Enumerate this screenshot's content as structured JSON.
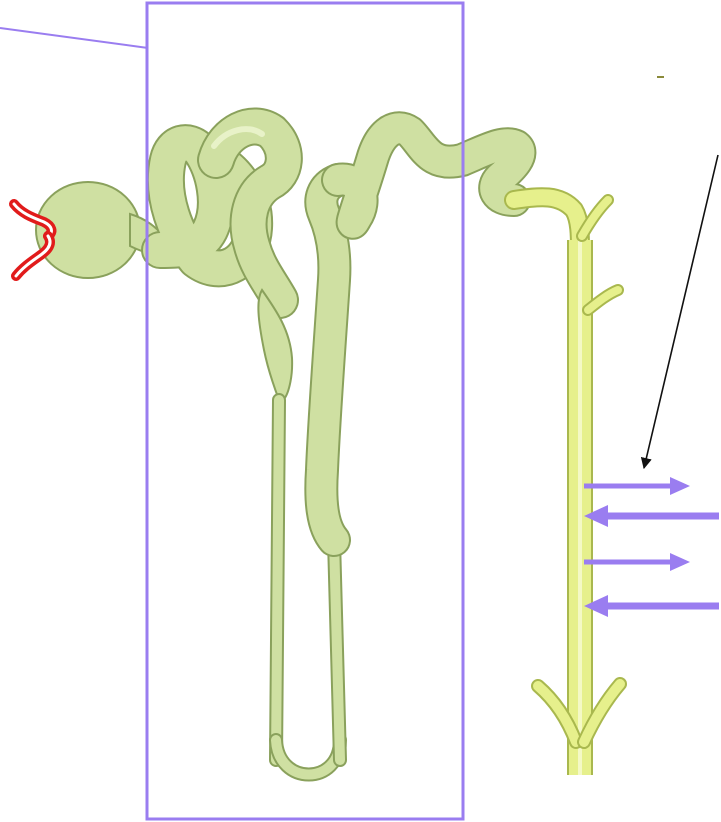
{
  "diagram": {
    "subject": "nephron",
    "parts": [
      "glomerulus-capillary",
      "bowmans-capsule",
      "proximal-convoluted-tubule",
      "descending-limb",
      "loop-of-henle",
      "ascending-limb",
      "distal-convoluted-tubule",
      "collecting-duct"
    ],
    "arrows": {
      "outward_count": 2,
      "inward_count": 2
    }
  },
  "colors": {
    "tubule_fill": "#cfe0a2",
    "tubule_outline": "#8aa15c",
    "duct_fill": "#e6f08c",
    "duct_outline": "#a9b84e",
    "capillary": "#e11b1b",
    "highlight_box": "#9a7df0",
    "pointer": "#111111"
  }
}
